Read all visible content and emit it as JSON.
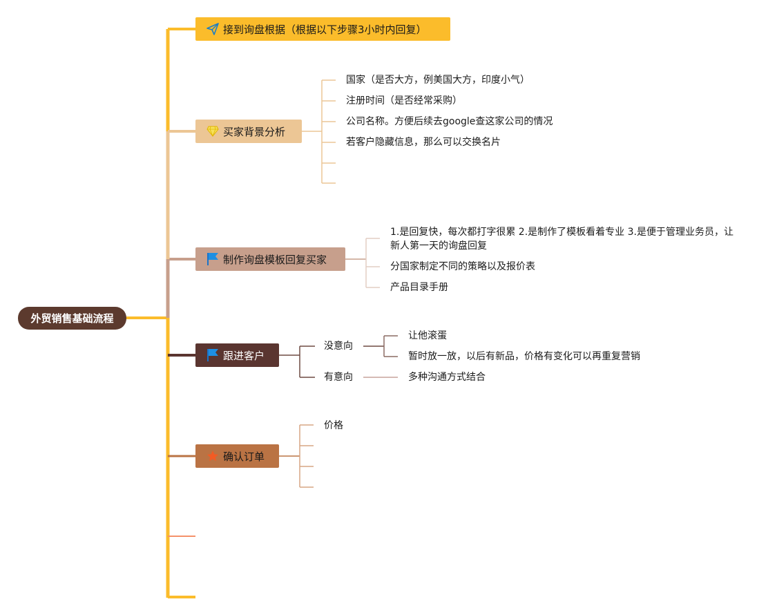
{
  "root": {
    "label": "外贸销售基础流程"
  },
  "branches": [
    {
      "label": "接到询盘根据（根据以下步骤3小时内回复）",
      "icon": "paper-plane-icon",
      "color": "#fbbc2b"
    },
    {
      "label": "买家背景分析",
      "icon": "diamond-icon",
      "color": "#ecc695",
      "children": [
        "国家（是否大方，例美国大方，印度小气）",
        "注册时间（是否经常采购）",
        "公司名称。方便后续去google查这家公司的情况",
        "若客户隐藏信息，那么可以交换名片"
      ]
    },
    {
      "label": "制作询盘模板回复买家",
      "icon": "flag-icon",
      "color": "#c79f8c",
      "children": [
        "1.是回复快，每次都打字很累 2.是制作了模板看着专业 3.是便于管理业务员，让新人第一天的询盘回复",
        "分国家制定不同的策略以及报价表",
        "产品目录手册"
      ]
    },
    {
      "label": "跟进客户",
      "icon": "flag-icon",
      "color": "#5a3530",
      "children": [
        {
          "label": "没意向",
          "children": [
            "让他滚蛋",
            "暂时放一放，以后有新品，价格有变化可以再重复营销"
          ]
        },
        {
          "label": "有意向",
          "children": [
            "多种沟通方式结合"
          ]
        }
      ]
    },
    {
      "label": "确认订单",
      "icon": "star-icon",
      "color": "#ba7344",
      "children": [
        "价格"
      ]
    }
  ]
}
